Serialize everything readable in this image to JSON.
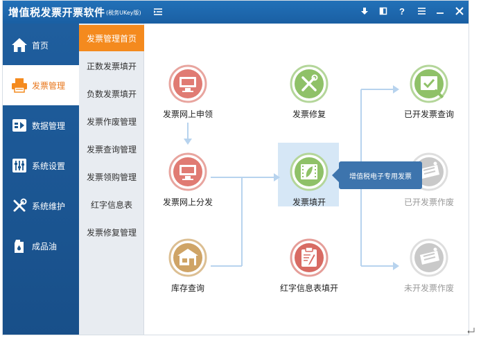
{
  "window": {
    "title": "增值税发票开票软件",
    "subtitle": "(税务UKey版)"
  },
  "nav": {
    "items": [
      {
        "label": "首页",
        "icon": "home-icon"
      },
      {
        "label": "发票管理",
        "icon": "printer-icon"
      },
      {
        "label": "数据管理",
        "icon": "data-icon"
      },
      {
        "label": "系统设置",
        "icon": "sliders-icon"
      },
      {
        "label": "系统维护",
        "icon": "tools-icon"
      },
      {
        "label": "成品油",
        "icon": "oil-icon"
      }
    ],
    "active": 1
  },
  "subnav": {
    "items": [
      "发票管理首页",
      "正数发票填开",
      "负数发票填开",
      "发票作废管理",
      "发票查询管理",
      "发票领购管理",
      "红字信息表",
      "发票修复管理"
    ],
    "active": 0
  },
  "flow": {
    "apply_online": "发票网上申领",
    "distribute_online": "发票网上分发",
    "inventory_query": "库存查询",
    "invoice_repair": "发票修复",
    "invoice_issue": "发票填开",
    "red_info_fill": "红字信息表填开",
    "issued_query": "已开发票查询",
    "issued_void": "已开发票作废",
    "unissued_void": "未开发票作废"
  },
  "tooltip": "增值税电子专用发票",
  "colors": {
    "title_bar": "#1f66ad",
    "nav_bg": "#1c578f",
    "accent_orange": "#f48a1e",
    "pink": "#e07b73",
    "green": "#8fc168",
    "tan": "#cfa466",
    "red": "#d86b63",
    "gray": "#c9c9c9",
    "line_blue": "#b7d3ee"
  }
}
